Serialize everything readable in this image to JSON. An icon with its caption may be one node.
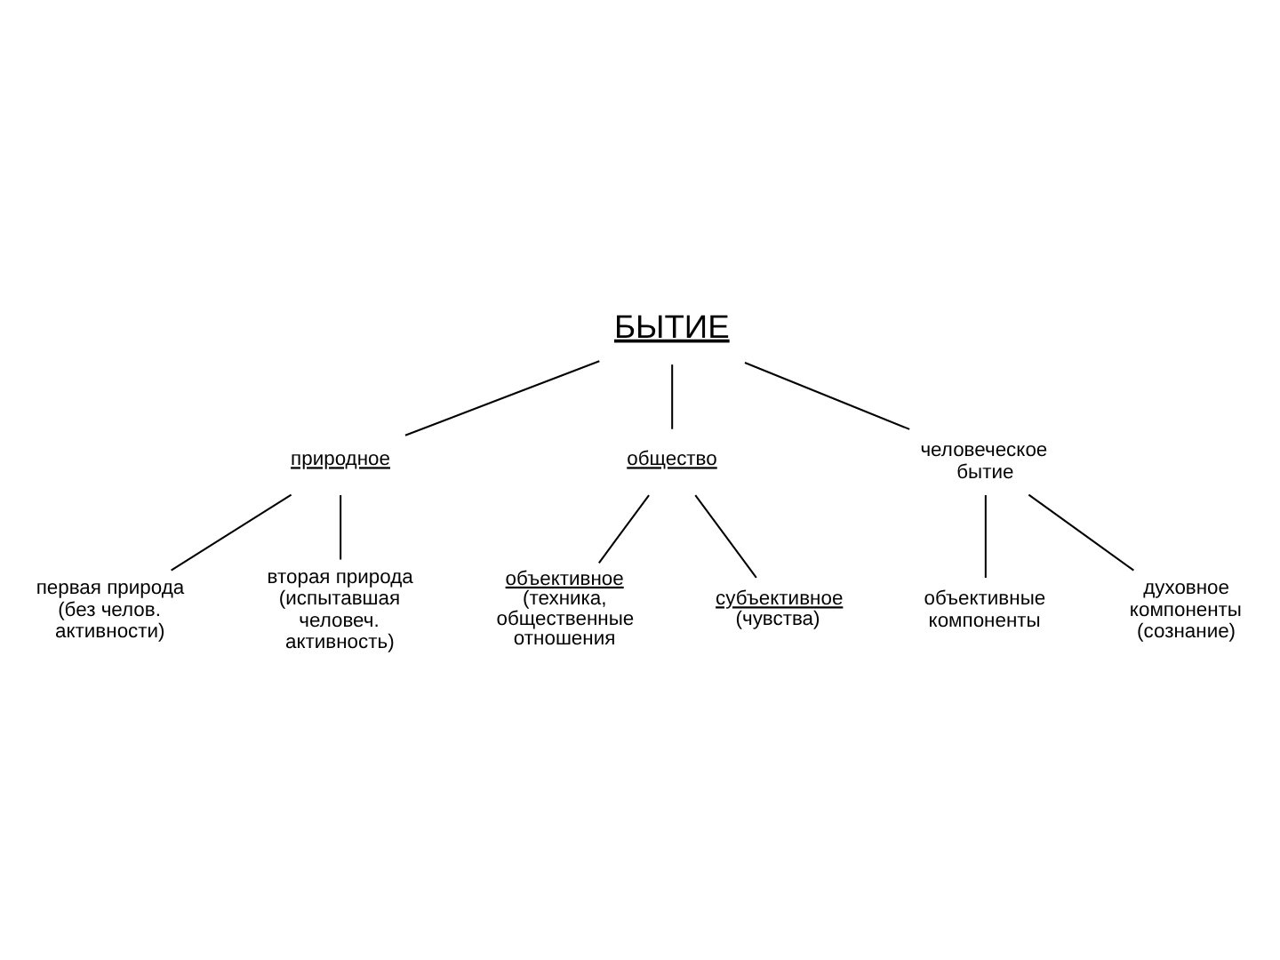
{
  "diagram": {
    "nodes": [
      {
        "text": [
          "БЫТИЕ"
        ]
      },
      {
        "text": [
          "природное"
        ]
      },
      {
        "text": [
          "общество"
        ]
      },
      {
        "text": [
          "человеческое бытие"
        ]
      },
      {
        "text": [
          "первая природа (без челов. активности)"
        ]
      },
      {
        "text": [
          "вторая природа (испытавшая человеч. активность)"
        ]
      },
      {
        "text": [
          "объективное",
          "(техника, общественные отношения"
        ]
      },
      {
        "text": [
          "субъективное",
          "(чувства)"
        ]
      },
      {
        "text": [
          "объективные компоненты"
        ]
      },
      {
        "text": [
          "духовное компоненты (сознание)"
        ]
      }
    ],
    "edges": [
      {
        "from": 0,
        "to": 1,
        "arrow": "none"
      },
      {
        "from": 0,
        "to": 2,
        "arrow": "none"
      },
      {
        "from": 0,
        "to": 3,
        "arrow": "none"
      },
      {
        "from": 1,
        "to": 4,
        "arrow": "none"
      },
      {
        "from": 1,
        "to": 5,
        "arrow": "none"
      },
      {
        "from": 2,
        "to": 6,
        "arrow": "none"
      },
      {
        "from": 2,
        "to": 7,
        "arrow": "none"
      },
      {
        "from": 3,
        "to": 8,
        "arrow": "none"
      },
      {
        "from": 3,
        "to": 9,
        "arrow": "none"
      }
    ]
  }
}
